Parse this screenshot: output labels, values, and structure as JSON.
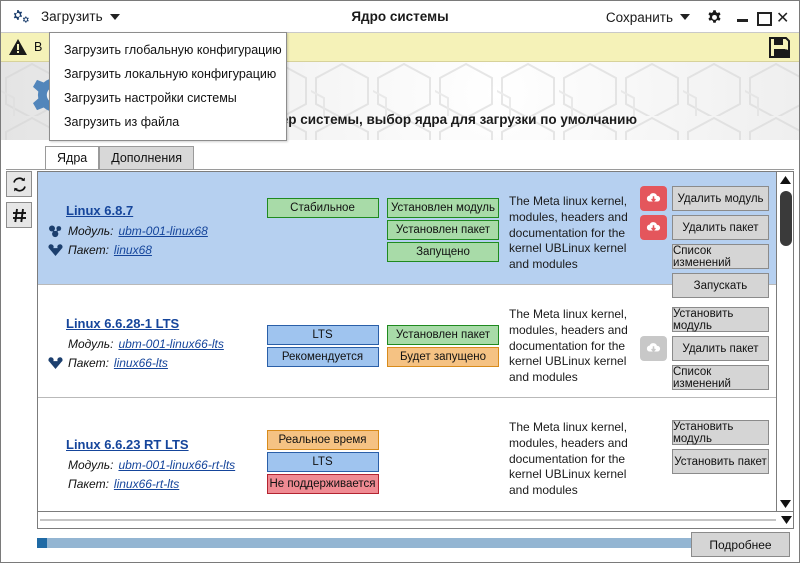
{
  "window": {
    "title": "Ядро системы",
    "app_icon": "gears-icon",
    "minimize": "minimize-icon",
    "maximize": "maximize-icon",
    "close": "close-icon"
  },
  "menubar": {
    "load_label": "Загрузить",
    "save_label": "Сохранить",
    "settings_icon": "gear-icon"
  },
  "dropdown": {
    "open": true,
    "items": [
      {
        "label": "Загрузить глобальную конфигурацию"
      },
      {
        "label": "Загрузить локальную конфигурацию"
      },
      {
        "label": "Загрузить настройки системы"
      },
      {
        "label": "Загрузить из файла"
      }
    ]
  },
  "warning": {
    "icon": "warning-triangle-icon",
    "text": "В",
    "save_icon": "floppy-save-icon"
  },
  "banner": {
    "title": "Загрузка и установка ядер системы, выбор ядра для загрузки по умолчанию",
    "decoration": "gears-hexagons"
  },
  "tabs": [
    {
      "label": "Ядра",
      "active": true
    },
    {
      "label": "Дополнения",
      "active": false
    }
  ],
  "rail": [
    {
      "icon": "refresh-icon",
      "name": "refresh-button"
    },
    {
      "icon": "hash-icon",
      "name": "hash-button"
    }
  ],
  "labels": {
    "module": "Модуль:",
    "package": "Пакет:"
  },
  "kernels": [
    {
      "name": "Linux 6.8.7",
      "selected": true,
      "module_icon": "module-icon",
      "package_icon": "package-icon",
      "module": "ubm-001-linux68",
      "package": "linux68",
      "badges_left": [
        {
          "text": "Стабильное",
          "color": "green"
        }
      ],
      "badges_right": [
        {
          "text": "Установлен модуль",
          "color": "green"
        },
        {
          "text": "Установлен пакет",
          "color": "green"
        },
        {
          "text": "Запущено",
          "color": "green"
        }
      ],
      "description": "The Meta linux kernel, modules, headers and documentation for the kernel UBLinux kernel and modules",
      "actions": [
        {
          "label": "Удалить модуль",
          "badge": "red",
          "badge_icon": "cloud-download-icon"
        },
        {
          "label": "Удалить пакет",
          "badge": "red",
          "badge_icon": "cloud-download-icon"
        },
        {
          "label": "Список изменений",
          "badge": "none",
          "badge_icon": ""
        },
        {
          "label": "Запускать",
          "badge": "none",
          "badge_icon": ""
        }
      ]
    },
    {
      "name": "Linux 6.6.28-1 LTS",
      "selected": false,
      "module_icon": "",
      "package_icon": "package-icon",
      "module": "ubm-001-linux66-lts",
      "package": "linux66-lts",
      "badges_left": [
        {
          "text": "LTS",
          "color": "blue"
        },
        {
          "text": "Рекомендуется",
          "color": "blue"
        }
      ],
      "badges_right": [
        {
          "text": "Установлен пакет",
          "color": "green"
        },
        {
          "text": "Будет запущено",
          "color": "orange"
        }
      ],
      "description": "The Meta linux kernel, modules, headers and documentation for the kernel UBLinux kernel and modules",
      "actions": [
        {
          "label": "Установить модуль",
          "badge": "none",
          "badge_icon": ""
        },
        {
          "label": "Удалить пакет",
          "badge": "grey",
          "badge_icon": "cloud-download-icon"
        },
        {
          "label": "Список изменений",
          "badge": "none",
          "badge_icon": ""
        }
      ]
    },
    {
      "name": "Linux 6.6.23 RT LTS",
      "selected": false,
      "module_icon": "",
      "package_icon": "",
      "module": "ubm-001-linux66-rt-lts",
      "package": "linux66-rt-lts",
      "badges_left": [
        {
          "text": "Реальное время",
          "color": "orange"
        },
        {
          "text": "LTS",
          "color": "blue"
        },
        {
          "text": "Не поддерживается",
          "color": "red"
        }
      ],
      "badges_right": [],
      "description": "The Meta linux kernel, modules, headers and documentation for the kernel UBLinux kernel and modules",
      "actions": [
        {
          "label": "Установить модуль",
          "badge": "none",
          "badge_icon": ""
        },
        {
          "label": "Установить пакет",
          "badge": "none",
          "badge_icon": ""
        }
      ]
    }
  ],
  "bottom": {
    "progress_percent": 100,
    "detail_label": "Подробнее"
  },
  "colors": {
    "accent_blue": "#15459b",
    "selection": "#b6d0f0",
    "warning_bg": "#f5f2b8",
    "green": "#a8dba8",
    "blue": "#9fc4ef",
    "orange": "#f5c283",
    "red": "#f08b93",
    "progress": "#93b5d2"
  }
}
